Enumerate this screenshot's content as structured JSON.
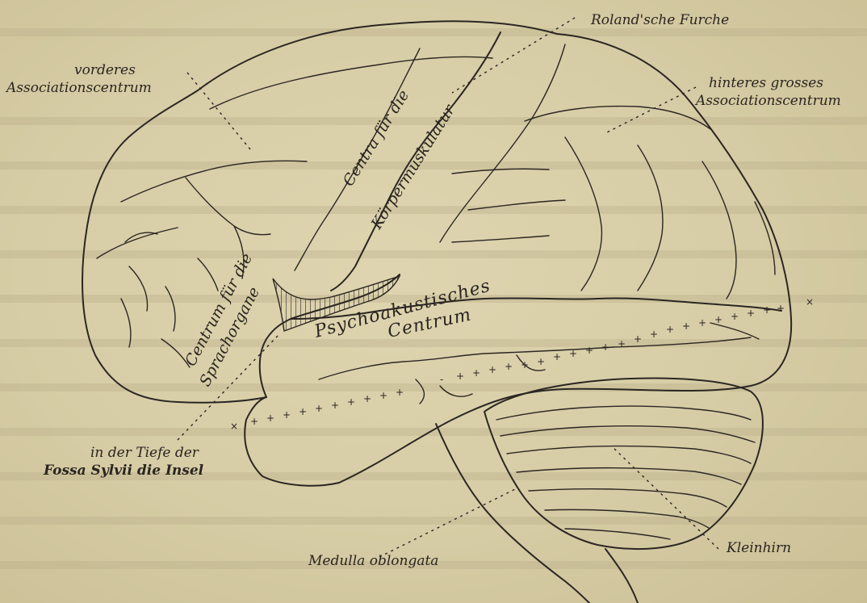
{
  "labels": {
    "rolandsche_furche": "Roland'sche Furche",
    "vorderes_line1": "vorderes",
    "vorderes_line2": "Associationscentrum",
    "hinteres_line1": "hinteres grosses",
    "hinteres_line2": "Associationscentrum",
    "centra_line1": "Centra für die",
    "centra_line2": "Körpermuskulatur",
    "sprach_line1": "Centrum für die",
    "sprach_line2": "Sprachorgane",
    "psycho_line1": "Psychoakustisches",
    "psycho_line2": "Centrum",
    "insel_line1": "in der Tiefe der",
    "insel_line2": "Fossa Sylvii die Insel",
    "medulla": "Medulla oblongata",
    "kleinhirn": "Kleinhirn"
  },
  "colors": {
    "paper": "#d9cfa8",
    "ink": "#2b2622"
  }
}
